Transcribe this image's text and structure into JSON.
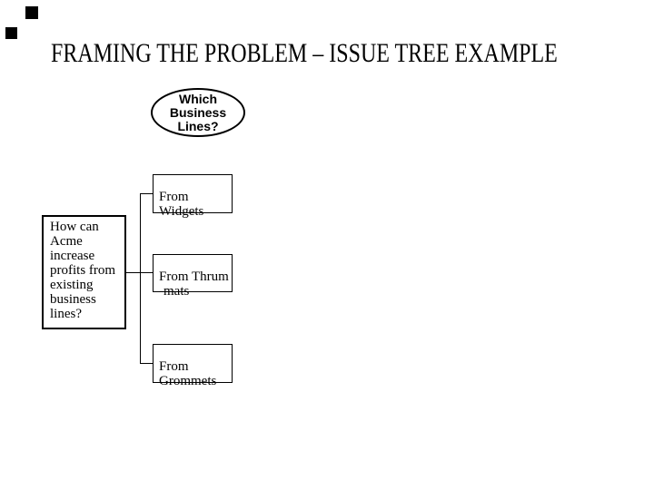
{
  "colors": {
    "background": "#ffffff",
    "ink": "#000000"
  },
  "title": "FRAMING THE PROBLEM – ISSUE TREE EXAMPLE",
  "tree": {
    "question_bubble": "Which\nBusiness\nLines?",
    "root_question": "How can Acme increase profits from existing business lines?",
    "children": [
      "From\nWidgets",
      "From Thrum\n-mats",
      "From\nGrommets"
    ]
  },
  "decorations": {
    "top_left_markers": [
      "black-square",
      "black-square"
    ]
  }
}
